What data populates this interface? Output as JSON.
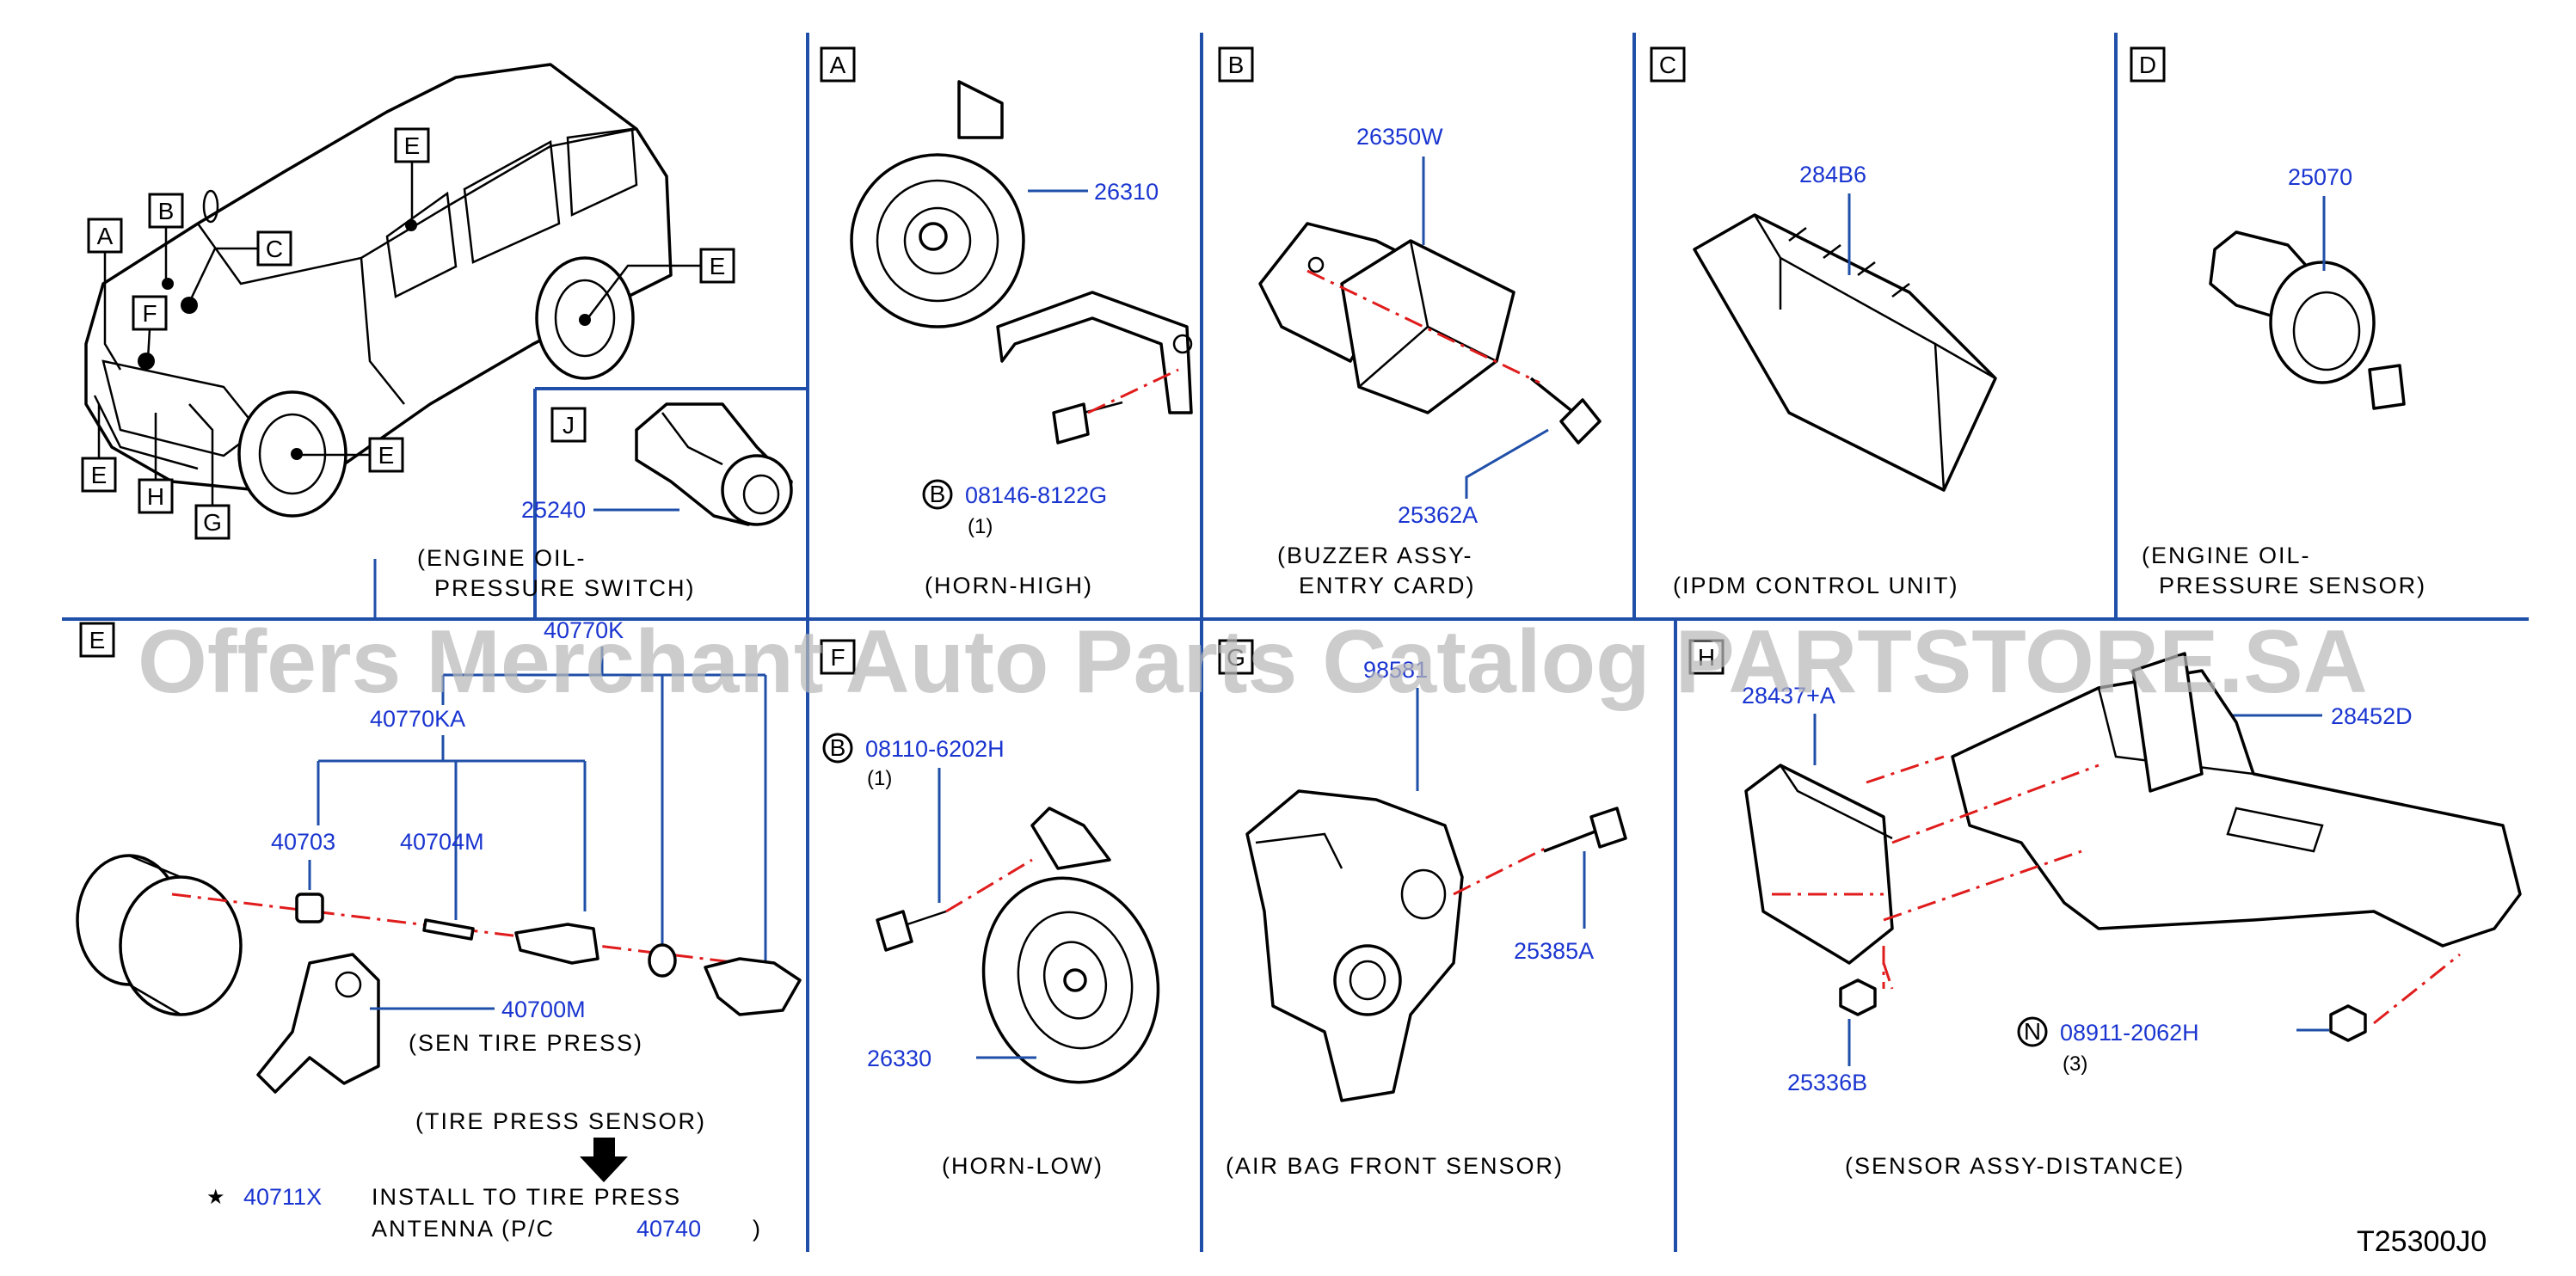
{
  "watermark": "Offers Merchant Auto Parts Catalog PARTSTORE.SA",
  "diagram_code": "T25300J0",
  "star_symbol": "★",
  "vehicle_callouts": [
    "A",
    "B",
    "C",
    "F",
    "E",
    "E",
    "E",
    "E",
    "E",
    "H",
    "G"
  ],
  "panels": {
    "J": {
      "letter": "J",
      "part": "25240",
      "caption_1": "(ENGINE OIL-",
      "caption_2": "PRESSURE SWITCH)"
    },
    "A": {
      "letter": "A",
      "part_1": "26310",
      "bolt_prefix": "B",
      "bolt": "08146-8122G",
      "bolt_qty": "(1)",
      "caption": "(HORN-HIGH)"
    },
    "B": {
      "letter": "B",
      "part_1": "26350W",
      "part_2": "25362A",
      "caption_1": "(BUZZER ASSY-",
      "caption_2": "ENTRY CARD)"
    },
    "C": {
      "letter": "C",
      "part_1": "284B6",
      "caption": "(IPDM CONTROL UNIT)"
    },
    "D": {
      "letter": "D",
      "part_1": "25070",
      "caption_1": "(ENGINE OIL-",
      "caption_2": "PRESSURE SENSOR)"
    },
    "E": {
      "letter": "E",
      "part_top": "40770K",
      "part_sub": "40770KA",
      "part_a": "40703",
      "part_b": "40704M",
      "part_c": "40700M",
      "caption_sen": "(SEN TIRE PRESS)",
      "caption_sensor": "(TIRE PRESS SENSOR)",
      "note_part": "40711X",
      "note_line1": "INSTALL TO TIRE PRESS",
      "note_line2_a": "ANTENNA (P/C",
      "note_part_2": "40740",
      "note_line2_b": ")"
    },
    "F": {
      "letter": "F",
      "bolt_prefix": "B",
      "bolt": "08110-6202H",
      "bolt_qty": "(1)",
      "part_1": "26330",
      "caption": "(HORN-LOW)"
    },
    "G": {
      "letter": "G",
      "part_1": "98581",
      "part_2": "25385A",
      "caption": "(AIR BAG FRONT SENSOR)"
    },
    "H": {
      "letter": "H",
      "part_1": "28437+A",
      "part_2": "28452D",
      "part_3": "25336B",
      "nut_prefix": "N",
      "nut": "08911-2062H",
      "nut_qty": "(3)",
      "caption": "(SENSOR ASSY-DISTANCE)"
    }
  }
}
